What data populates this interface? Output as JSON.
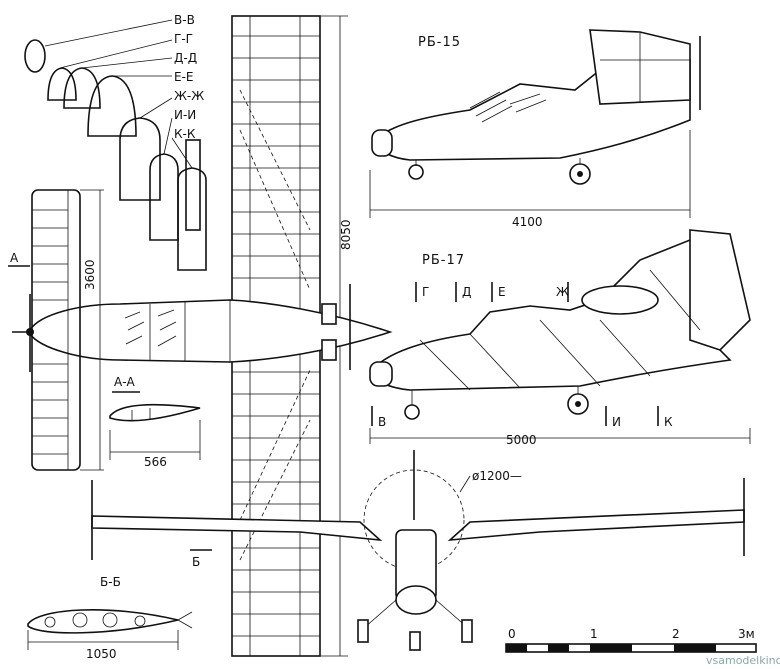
{
  "views": {
    "side_rb15": {
      "title": "РБ-15",
      "length": "4100"
    },
    "side_rb17": {
      "title": "РБ-17",
      "length": "5000",
      "section_marks": [
        "Г",
        "Д",
        "Е",
        "Ж",
        "В",
        "И",
        "К"
      ]
    },
    "top": {
      "span": "8050",
      "tail_span": "3600",
      "section_marker": "А",
      "section_marker_b": "Б"
    },
    "front": {
      "prop_diameter": "ø1200—"
    }
  },
  "sections": {
    "list": [
      "В-В",
      "Г-Г",
      "Д-Д",
      "Е-Е",
      "Ж-Ж",
      "И-И",
      "К-К"
    ],
    "aa": {
      "title": "А-А",
      "chord": "566"
    },
    "bb": {
      "title": "Б-Б",
      "chord": "1050"
    }
  },
  "scale": {
    "labels": [
      "0",
      "1",
      "2",
      "3м"
    ]
  },
  "watermark": "vsamodelkino.ru"
}
